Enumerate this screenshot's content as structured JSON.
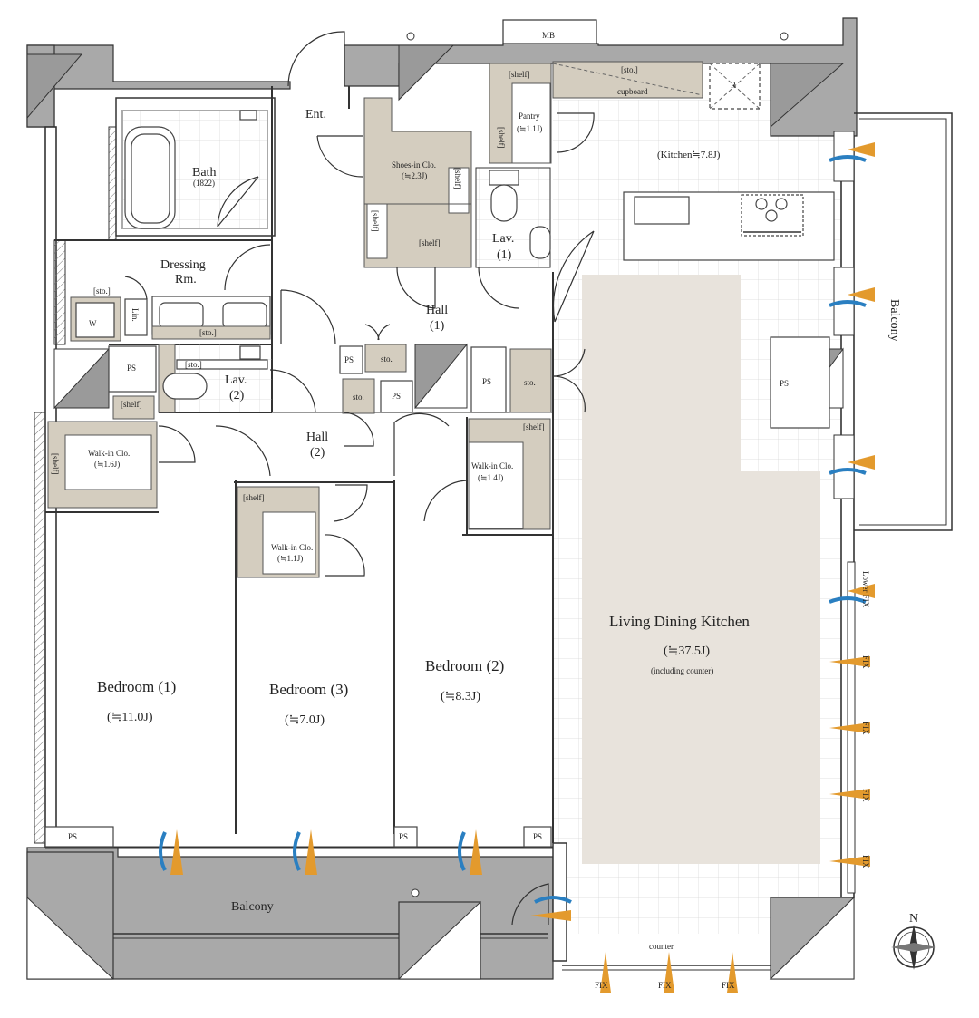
{
  "rooms": {
    "ldk": {
      "name": "Living Dining Kitchen",
      "area": "(≒37.5J)",
      "note": "(including counter)"
    },
    "kitchen": {
      "name": "(Kitchen≒7.8J)"
    },
    "bedroom1": {
      "name": "Bedroom (1)",
      "area": "(≒11.0J)"
    },
    "bedroom2": {
      "name": "Bedroom (2)",
      "area": "(≒8.3J)"
    },
    "bedroom3": {
      "name": "Bedroom (3)",
      "area": "(≒7.0J)"
    },
    "bath": {
      "name": "Bath",
      "size": "(1822)"
    },
    "dressing": {
      "name_line1": "Dressing",
      "name_line2": "Rm."
    },
    "entrance": {
      "name": "Ent."
    },
    "shoes_closet": {
      "name": "Shoes-in Clo.",
      "area": "(≒2.3J)"
    },
    "pantry": {
      "name": "Pantry",
      "area": "(≒1.1J)"
    },
    "lav1": {
      "name": "Lav.",
      "num": "(1)"
    },
    "lav2": {
      "name": "Lav.",
      "num": "(2)"
    },
    "hall1": {
      "name": "Hall",
      "num": "(1)"
    },
    "hall2": {
      "name": "Hall",
      "num": "(2)"
    },
    "wic1": {
      "name": "Walk-in Clo.",
      "area": "(≒1.6J)"
    },
    "wic2": {
      "name": "Walk-in Clo.",
      "area": "(≒1.4J)"
    },
    "wic3": {
      "name": "Walk-in Clo.",
      "area": "(≒1.1J)"
    },
    "balcony_bottom": {
      "name": "Balcony"
    },
    "balcony_right": {
      "name": "Balcony"
    }
  },
  "labels": {
    "shelf": "[shelf]",
    "sto_bracket": "[sto.]",
    "sto": "sto.",
    "ps": "PS",
    "mb": "MB",
    "cupboard": "cupboard",
    "counter": "counter",
    "fix": "FIX",
    "lower_fix": "Lower FIX",
    "lin": "Lin.",
    "w": "W",
    "r": "R",
    "north": "N"
  },
  "colors": {
    "storage": "#d4cdbf",
    "ldk_highlight": "#e8e3dc",
    "wind_orange": "#e39a2d",
    "wind_blue": "#2a7fc1"
  }
}
